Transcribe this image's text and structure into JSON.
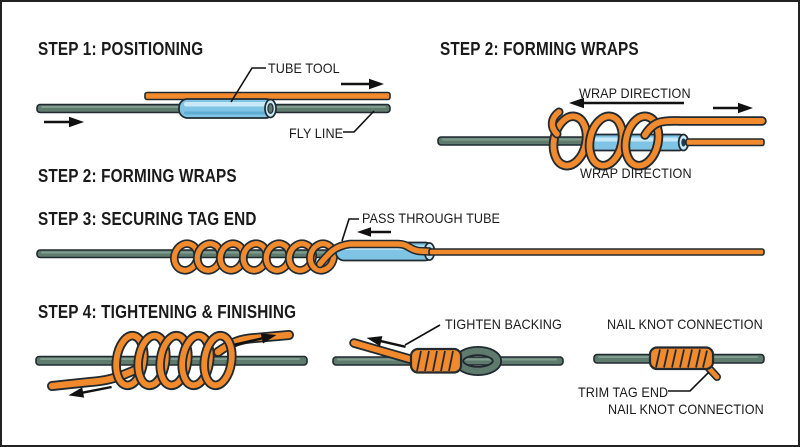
{
  "colors": {
    "bg": "#ffffff",
    "text": "#1a1a1a",
    "outline": "#202a30",
    "orange": "#f08a2d",
    "green": "#5e7b6d",
    "green_hl": "#8ea89b",
    "blue": "#7fc4e4",
    "blue_hl": "#c9e9f8",
    "blue_sh": "#4e9ec8",
    "arrow": "#111111"
  },
  "steps": {
    "step1": {
      "title": "STEP 1: POSITIONING"
    },
    "step2": {
      "title": "STEP 2: FORMING WRAPS"
    },
    "step2_repeat": {
      "title": "STEP 2: FORMING WRAPS"
    },
    "step3": {
      "title": "STEP 3: SECURING TAG END"
    },
    "step4": {
      "title": "STEP 4: TIGHTENING & FINISHING"
    }
  },
  "labels": {
    "tube_tool": "TUBE TOOL",
    "fly_line": "FLY LINE",
    "wrap_direction_top": "WRAP DIRECTION",
    "wrap_direction_bottom": "WRAP DIRECTION",
    "pass_through_tube": "PASS THROUGH TUBE",
    "tighten_backing": "TIGHTEN BACKING",
    "nail_knot_connection_top": "NAIL KNOT CONNECTION",
    "trim_tag_end": "TRIM TAG END",
    "nail_knot_connection_bottom": "NAIL KNOT CONNECTION"
  }
}
